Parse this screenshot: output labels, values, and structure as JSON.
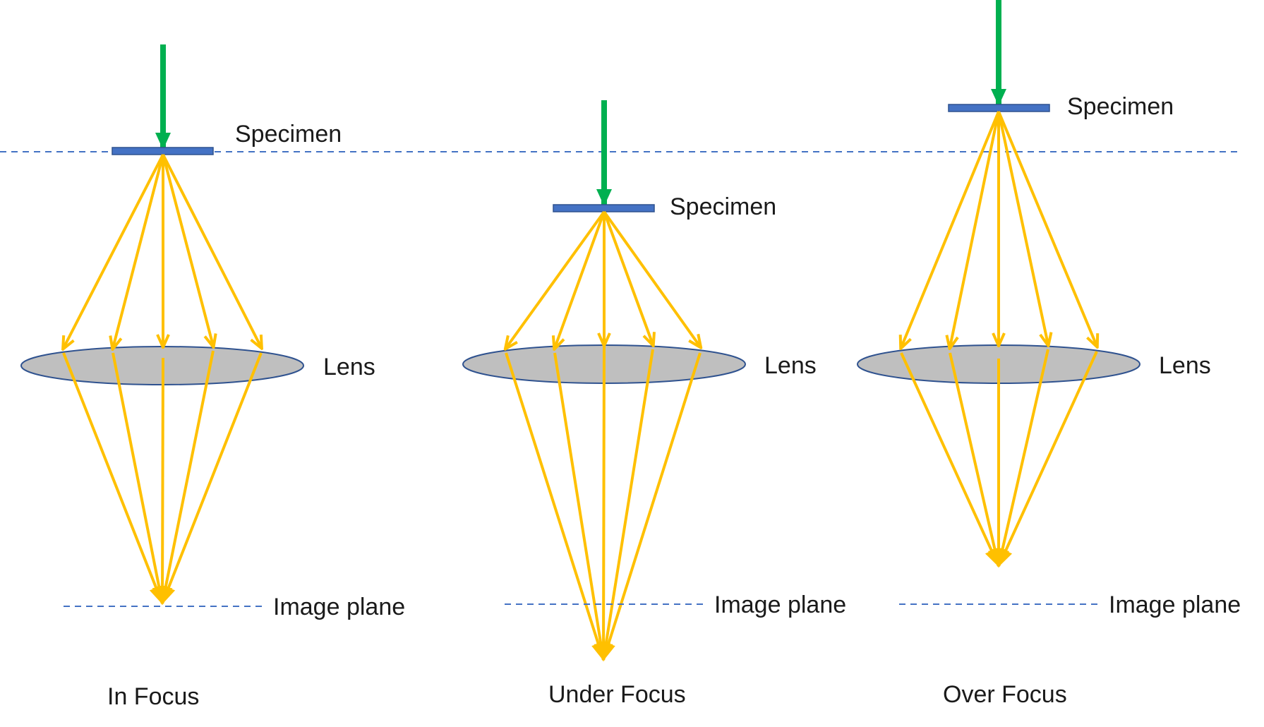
{
  "colors": {
    "beam": "#00b050",
    "ray": "#ffc000",
    "specimen": "#4472c4",
    "specimen_border": "#2f528f",
    "lens_fill": "#bfbfbf",
    "lens_stroke": "#2f528f",
    "dashed_line": "#4472c4",
    "text": "#1a1a1a"
  },
  "panels": [
    {
      "id": "in-focus",
      "caption": "In Focus",
      "specimen_label": "Specimen",
      "lens_label": "Lens",
      "image_plane_label": "Image plane"
    },
    {
      "id": "under-focus",
      "caption": "Under Focus",
      "specimen_label": "Specimen",
      "lens_label": "Lens",
      "image_plane_label": "Image plane"
    },
    {
      "id": "over-focus",
      "caption": "Over Focus",
      "specimen_label": "Specimen",
      "lens_label": "Lens",
      "image_plane_label": "Image plane"
    }
  ]
}
